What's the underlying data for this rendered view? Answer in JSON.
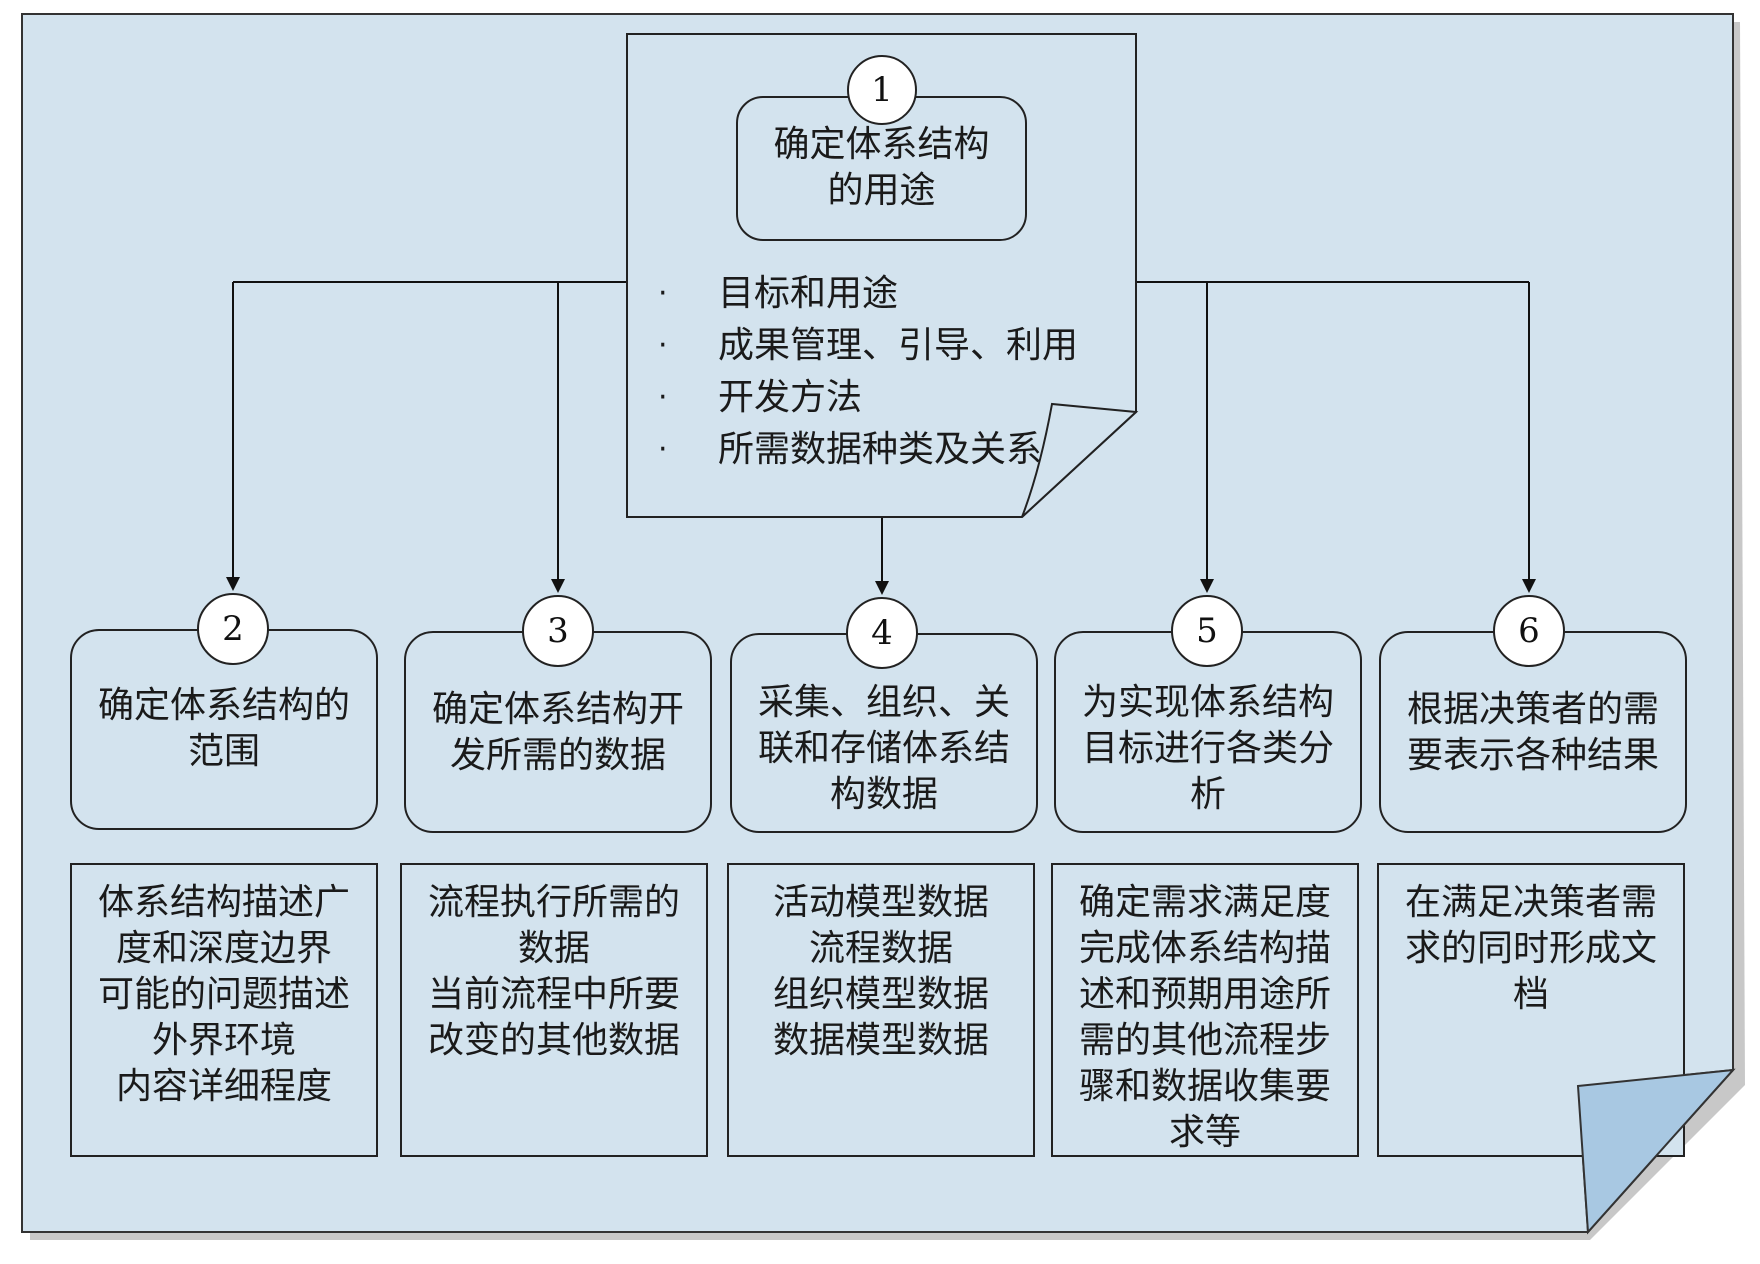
{
  "center": {
    "number": "1",
    "title": "确定体系结构的用途",
    "title_lines": [
      "确定体系结构",
      "的用途"
    ],
    "bullets": [
      "目标和用途",
      "成果管理、引导、利用",
      "开发方法",
      "所需数据种类及关系"
    ]
  },
  "steps": [
    {
      "number": "2",
      "title_lines": [
        "确定体系结构的",
        "范围"
      ],
      "detail_lines": [
        "体系结构描述广",
        "度和深度边界",
        "可能的问题描述",
        "外界环境",
        "内容详细程度"
      ]
    },
    {
      "number": "3",
      "title_lines": [
        "确定体系结构开",
        "发所需的数据"
      ],
      "detail_lines": [
        "流程执行所需的",
        "数据",
        "当前流程中所要",
        "改变的其他数据"
      ]
    },
    {
      "number": "4",
      "title_lines": [
        "采集、组织、关",
        "联和存储体系结",
        "构数据"
      ],
      "detail_lines": [
        "活动模型数据",
        "流程数据",
        "组织模型数据",
        "数据模型数据"
      ]
    },
    {
      "number": "5",
      "title_lines": [
        "为实现体系结构",
        "目标进行各类分",
        "析"
      ],
      "detail_lines": [
        "确定需求满足度",
        "完成体系结构描",
        "述和预期用途所",
        "需的其他流程步",
        "骤和数据收集要",
        "求等"
      ]
    },
    {
      "number": "6",
      "title_lines": [
        "根据决策者的需",
        "要表示各种结果"
      ],
      "detail_lines": [
        "在满足决策者需",
        "求的同时形成文",
        "档"
      ]
    }
  ],
  "colors": {
    "background_panel": "#d3e3ee",
    "box_fill": "#d3e3ee",
    "corner_fold": "#a8c8e2",
    "stroke": "#222222"
  }
}
